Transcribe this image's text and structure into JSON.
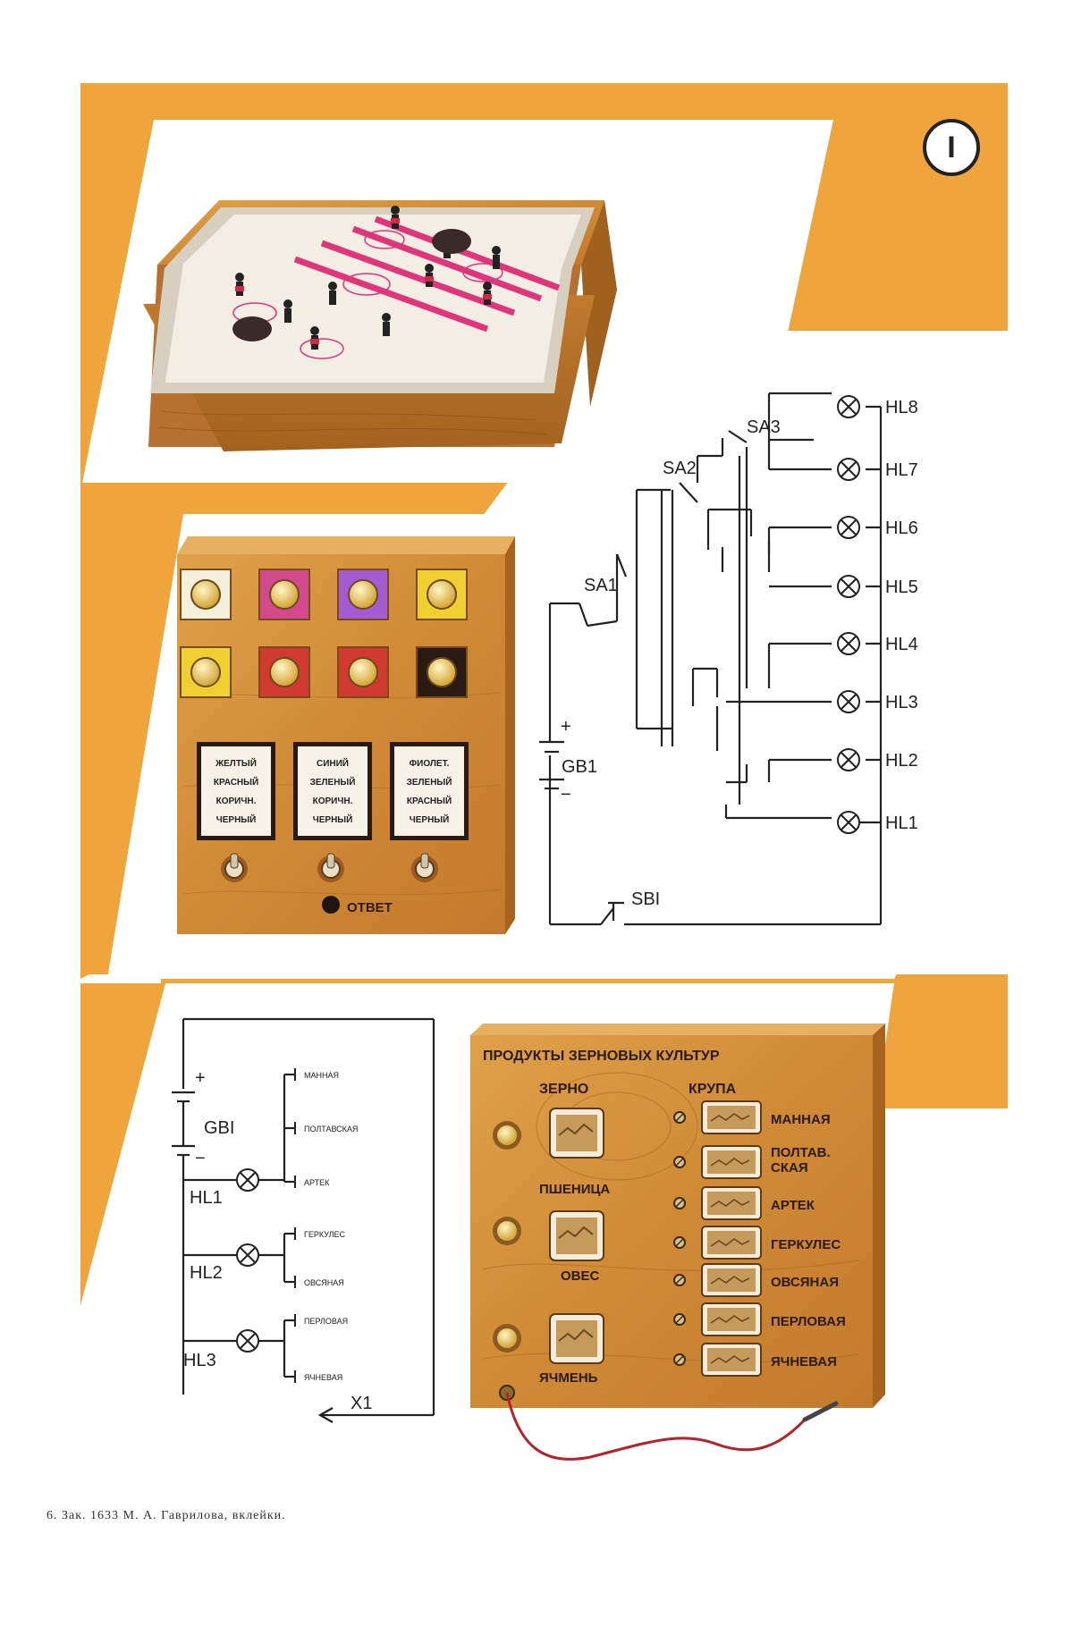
{
  "badge": "I",
  "circuit1": {
    "switches": [
      "SA1",
      "SA2",
      "SA3"
    ],
    "battery": "GB1",
    "button": "SBI",
    "lamps": [
      "HL8",
      "HL7",
      "HL6",
      "HL5",
      "HL4",
      "HL3",
      "HL2",
      "HL1"
    ]
  },
  "color_panel": {
    "cards": [
      [
        "ЖЕЛТЫЙ",
        "КРАСНЫЙ",
        "КОРИЧН.",
        "ЧЕРНЫЙ"
      ],
      [
        "СИНИЙ",
        "ЗЕЛЕНЫЙ",
        "КОРИЧН.",
        "ЧЕРНЫЙ"
      ],
      [
        "ФИОЛЕТ.",
        "ЗЕЛЕНЫЙ",
        "КРАСНЫЙ",
        "ЧЕРНЫЙ"
      ]
    ],
    "answer_label": "ОТВЕТ",
    "lamp_colors": [
      "#f4f0dc",
      "#d24a8c",
      "#a45ad0",
      "#f0d030",
      "#f0d030",
      "#d03a30",
      "#d03a30",
      "#2a1a14"
    ]
  },
  "circuit2": {
    "battery": "GBI",
    "lamps": [
      "HL1",
      "HL2",
      "HL3"
    ],
    "groups": [
      [
        "МАННАЯ",
        "ПОЛТАВСКАЯ",
        "АРТЕК"
      ],
      [
        "ГЕРКУЛЕС",
        "ОВСЯНАЯ"
      ],
      [
        "ПЕРЛОВАЯ",
        "ЯЧНЕВАЯ"
      ]
    ],
    "plug": "X1"
  },
  "grain_board": {
    "title": "ПРОДУКТЫ ЗЕРНОВЫХ КУЛЬТУР",
    "col_grain": "ЗЕРНО",
    "col_groats": "КРУПА",
    "grains": [
      "ПШЕНИЦА",
      "ОВЕС",
      "ЯЧМЕНЬ"
    ],
    "groats": [
      "МАННАЯ",
      "ПОЛТАВ.",
      "СКАЯ",
      "АРТЕК",
      "ГЕРКУЛЕС",
      "ОВСЯНАЯ",
      "ПЕРЛОВАЯ",
      "ЯЧНЕВАЯ"
    ]
  },
  "footer": "6. Зак. 1633 М. А. Гаврилова, вклейки.",
  "colors": {
    "orange": "#f0a43c",
    "wood": "#d8943e",
    "wood_dark": "#b86e26",
    "ink": "#222222",
    "hockey_line": "#e0357a"
  }
}
